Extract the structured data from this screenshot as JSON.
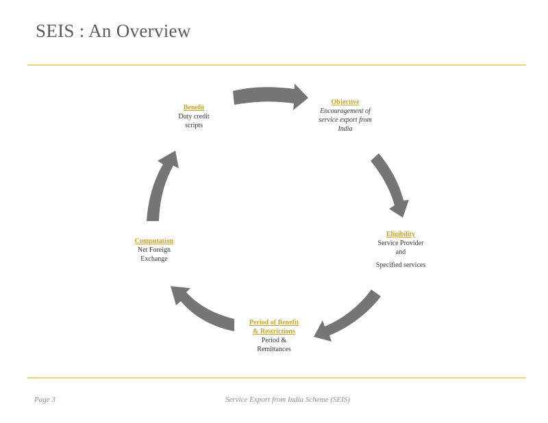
{
  "slide": {
    "title": "SEIS : An Overview"
  },
  "nodes": {
    "objective": {
      "heading": "Objective",
      "line1": "Encouragement of",
      "line2": "service export from",
      "line3": "India"
    },
    "eligibility": {
      "heading": "Eligibility",
      "line1": "Service Provider",
      "line2": "and",
      "line3": "Specified services"
    },
    "period": {
      "heading1": "Period of Benefit",
      "heading2": "& Restrictions",
      "line1": "Period &",
      "line2": "Remittances"
    },
    "computation": {
      "heading": "Computation",
      "line1": "Net Foreign",
      "line2": "Exchange"
    },
    "benefit": {
      "heading": "Benefit",
      "line1": "Duty credit",
      "line2": "scripts"
    }
  },
  "footer": {
    "page": "Page 3",
    "caption": "Service Export from India Scheme (SEIS)"
  },
  "colors": {
    "accent": "#c9a227",
    "rule": "#e8d27a",
    "arrow": "#757575"
  }
}
